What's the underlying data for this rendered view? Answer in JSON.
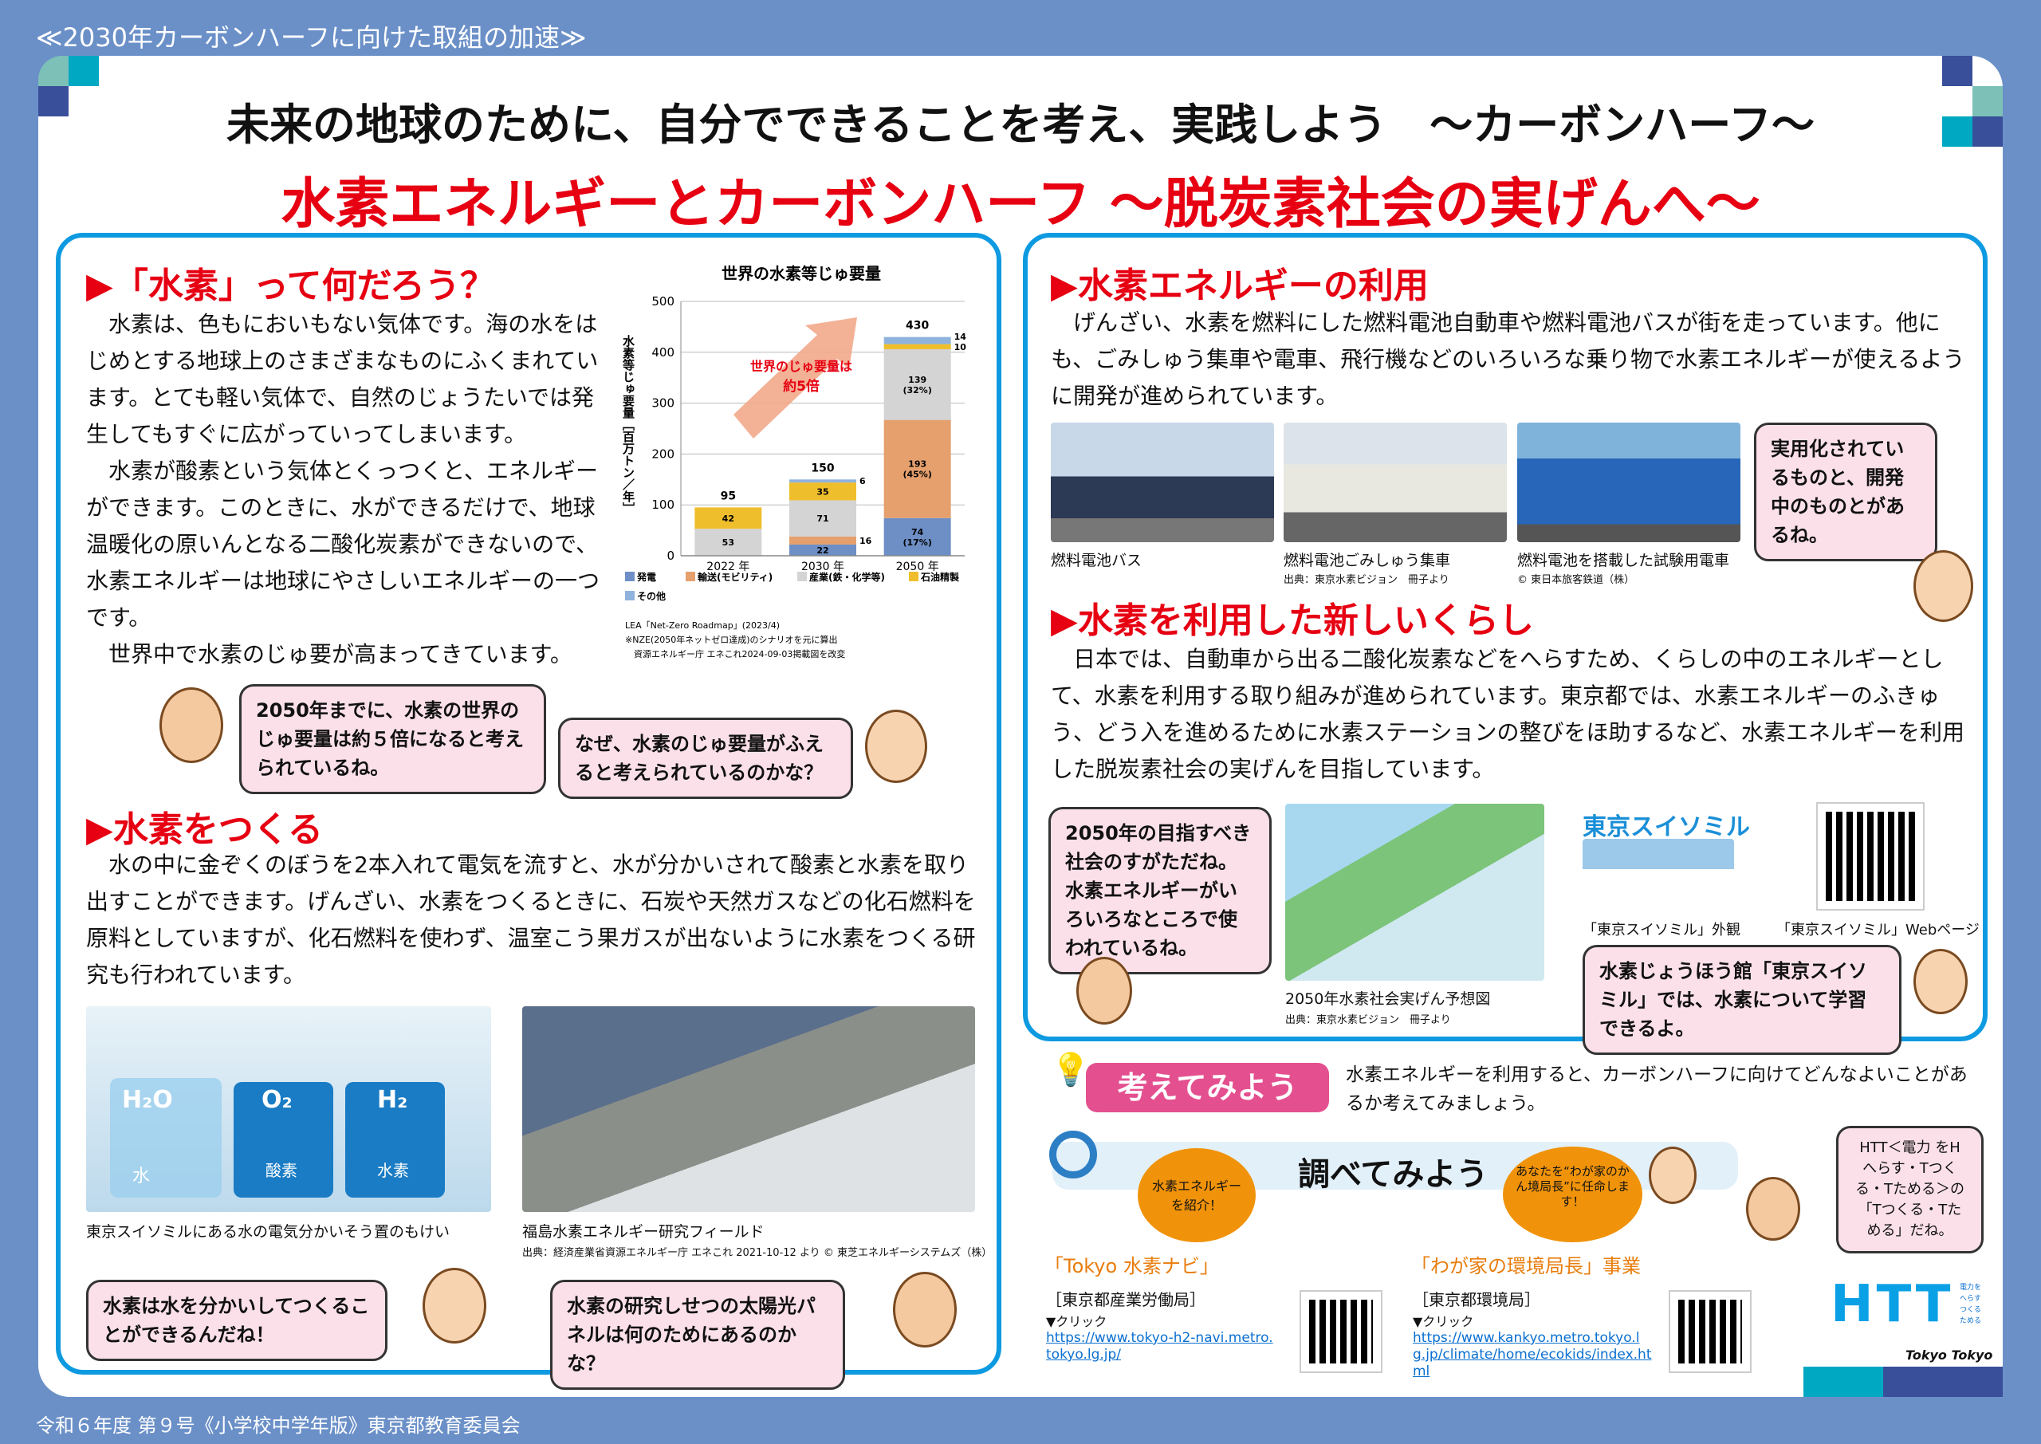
{
  "top_banner": "≪2030年カーボンハーフに向けた取組の加速≫",
  "title_main": "未来の地球のために、自分でできることを考え、実践しよう　～カーボンハーフ～",
  "title_sub": "水素エネルギーとカーボンハーフ ～脱炭素社会の実げんへ～",
  "left": {
    "h1": "▶「水素」って何だろう？",
    "p1": "水素は、色もにおいもない気体です。海の水をはじめとする地球上のさまざまなものにふくまれています。とても軽い気体で、自然のじょうたいでは発生してもすぐに広がっていってしまいます。",
    "p2": "水素が酸素という気体とくっつくと、エネルギーができます。このときに、水ができるだけで、地球温暖化の原いんとなる二酸化炭素ができないので、水素エネルギーは地球にやさしいエネルギーの一つです。",
    "p3": "世界中で水素のじゅ要が高まってきています。",
    "bubble1": "2050年までに、水素の世界のじゅ要量は約５倍になると考えられているね。",
    "bubble2": "なぜ、水素のじゅ要量がふえると考えられているのかな？",
    "h2": "▶水素をつくる",
    "p4": "水の中に金ぞくのぼうを2本入れて電気を流すと、水が分かいされて酸素と水素を取り出すことができます。げんざい、水素をつくるときに、石炭や天然ガスなどの化石燃料を原料としていますが、化石燃料を使わず、温室こう果ガスが出ないように水素をつくる研究も行われています。",
    "photo1_labels": [
      "H₂O",
      "O₂",
      "H₂",
      "水",
      "酸素",
      "水素"
    ],
    "photo1_caption": "東京スイソミルにある水の電気分かいそう置のもけい",
    "photo2_caption": "福島水素エネルギー研究フィールド",
    "photo2_source": "出典：経済産業省資源エネルギー庁 エネこれ 2021-10-12 より © 東芝エネルギーシステムズ（株）",
    "bubble3": "水素は水を分かいしてつくることができるんだね！",
    "bubble4": "水素の研究しせつの太陽光パネルは何のためにあるのかな？"
  },
  "chart_data": {
    "type": "bar",
    "stacked": true,
    "title": "世界の水素等じゅ要量",
    "ylabel": "水素等じゅ要量［百万トン／年］",
    "ylim": [
      0,
      500
    ],
    "yticks": [
      0,
      100,
      200,
      300,
      400,
      500
    ],
    "categories": [
      "2022 年",
      "2030 年",
      "2050 年"
    ],
    "totals": [
      95,
      150,
      430
    ],
    "series": [
      {
        "name": "発電",
        "color": "#6d8fc6",
        "values": [
          0,
          22,
          74
        ],
        "labels": [
          "",
          "22",
          "74\n(17%)"
        ]
      },
      {
        "name": "輸送(モビリティ)",
        "color": "#e5a06e",
        "values": [
          0,
          16,
          193
        ],
        "labels": [
          "",
          "16",
          "193\n(45%)"
        ]
      },
      {
        "name": "産業(鉄・化学等)",
        "color": "#d4d4d4",
        "values": [
          53,
          71,
          139
        ],
        "labels": [
          "53",
          "71",
          "139\n(32%)"
        ]
      },
      {
        "name": "石油精製",
        "color": "#efbe2c",
        "values": [
          42,
          35,
          10
        ],
        "labels": [
          "42",
          "35",
          "10"
        ]
      },
      {
        "name": "その他",
        "color": "#8fb3dd",
        "values": [
          0,
          6,
          14
        ],
        "labels": [
          "",
          "6",
          "14"
        ]
      }
    ],
    "annotation": [
      "世界のじゅ要量は",
      "約5倍"
    ],
    "notes": [
      "LEA「Net-Zero Roadmap」(2023/4)",
      "※NZE(2050年ネットゼロ達成)のシナリオを元に算出",
      "　資源エネルギー庁 エネこれ2024-09-03掲載図を改変"
    ]
  },
  "right": {
    "h1": "▶水素エネルギーの利用",
    "p1": "げんざい、水素を燃料にした燃料電池自動車や燃料電池バスが街を走っています。他にも、ごみしゅう集車や電車、飛行機などのいろいろな乗り物で水素エネルギーが使えるように開発が進められています。",
    "photos": [
      {
        "caption": "燃料電池バス",
        "source": ""
      },
      {
        "caption": "燃料電池ごみしゅう集車",
        "source": "出典：東京水素ビジョン　冊子より"
      },
      {
        "caption": "燃料電池を搭載した試験用電車",
        "source": "© 東日本旅客鉄道（株）"
      }
    ],
    "bubble1": "実用化されているものと、開発中のものとがあるね。",
    "h2": "▶水素を利用した新しいくらし",
    "p2": "日本では、自動車から出る二酸化炭素などをへらすため、くらしの中のエネルギーとして、水素を利用する取り組みが進められています。東京都では、水素エネルギーのふきゅう、どう入を進めるために水素ステーションの整びをほ助するなど、水素エネルギーを利用した脱炭素社会の実げんを目指しています。",
    "bubble2": "2050年の目指すべき社会のすがただね。水素エネルギーがいろいろなところで使われているね。",
    "map_caption": "2050年水素社会実げん予想図",
    "map_source": "出典：東京水素ビジョン　冊子より",
    "suisomiru_logo": "東京スイソミル",
    "suisomiru_caption": "「東京スイソミル」外観",
    "web_caption": "「東京スイソミル」Webページ",
    "bubble3": "水素じょうほう館「東京スイソミル」では、水素について学習できるよ。"
  },
  "think": {
    "label": "考えてみよう",
    "text": "水素エネルギーを利用すると、カーボンハーフに向けてどんなよいことがあるか考えてみましょう。"
  },
  "research": {
    "label": "調べてみよう",
    "bubble_a": "水素エネルギーを紹介！",
    "bubble_b": "あなたを“わが家のかん境局長”に任命します！",
    "item_a": {
      "title": "「Tokyo 水素ナビ」",
      "org": "［東京都産業労働局］",
      "click": "▼クリック",
      "url": "https://www.tokyo-h2-navi.metro.tokyo.lg.jp/"
    },
    "item_b": {
      "title": "「わが家の環境局長」事業",
      "org": "［東京都環境局］",
      "click": "▼クリック",
      "url": "https://www.kankyo.metro.tokyo.lg.jp/climate/home/ecokids/index.html"
    },
    "bubble_c": "HTT＜電力 をHへらす・Tつくる・Tためる＞の「Tつくる・Tためる」だね。"
  },
  "logo": {
    "text": "HTT",
    "side": [
      "電力を",
      "へらす",
      "つくる",
      "ためる"
    ],
    "tagline": "Tokyo Tokyo"
  },
  "footer": "令和６年度 第９号《小学校中学年版》東京都教育委員会"
}
